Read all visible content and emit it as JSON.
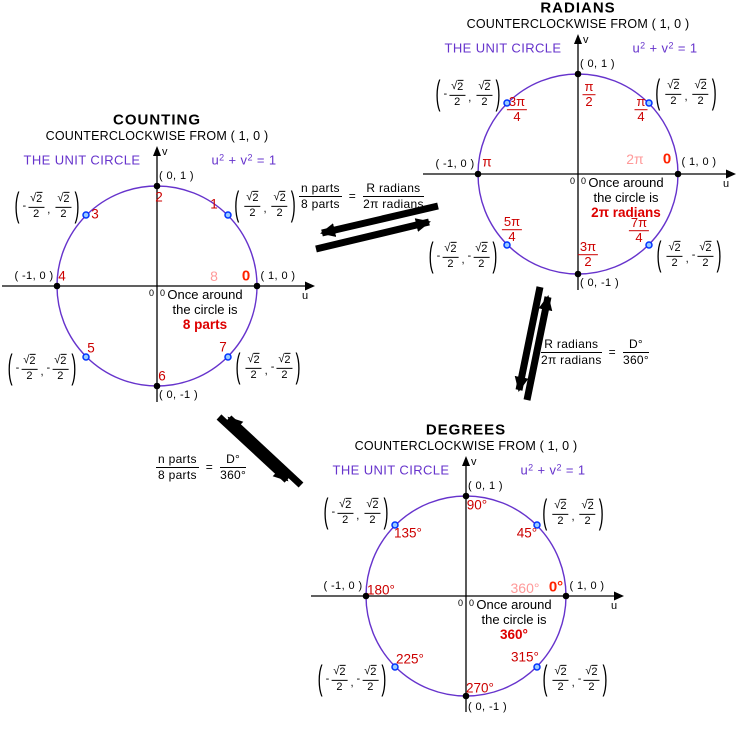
{
  "colors": {
    "purple": "#6633cc",
    "red": "#cc0000",
    "zero_red": "#ff2200",
    "pink": "#ff9999",
    "highlight_red": "#dd0000",
    "marker_blue": "#0033ff",
    "marker_fill": "#99ccff",
    "axis_black": "#000000"
  },
  "symbols": {
    "lparen": "(",
    "rparen": ")",
    "comma": ",",
    "radical": "√",
    "two": "2"
  },
  "axes": {
    "horizontal": "u",
    "vertical": "v",
    "origin_left": "0",
    "origin_right": "0"
  },
  "equation": {
    "u": "u",
    "exp": "2",
    "plus": "+",
    "v": "v",
    "rhs": "= 1"
  },
  "shared": {
    "subtitle": "COUNTERCLOCKWISE FROM ( 1, 0 )",
    "unit_circle": "THE UNIT CIRCLE",
    "once_line1": "Once around",
    "once_line2": "the circle is",
    "coord_top": "( 0, 1 )",
    "coord_bottom": "( 0, -1 )",
    "coord_left": "( -1, 0 )",
    "coord_right": "( 1, 0 )"
  },
  "pair_signs": {
    "ul": {
      "x": "-",
      "y": ""
    },
    "ur": {
      "x": "",
      "y": ""
    },
    "ll": {
      "x": "-",
      "y": "-"
    },
    "lr": {
      "x": "",
      "y": "-"
    }
  },
  "counting": {
    "title": "COUNTING",
    "n1": "1",
    "n2": "2",
    "n3": "3",
    "n4": "4",
    "n5": "5",
    "n6": "6",
    "n7": "7",
    "zero": "0",
    "full": "8",
    "once_highlight": "8 parts"
  },
  "radians": {
    "title": "RADIANS",
    "a90t": "π",
    "a90b": "2",
    "a45t": "π",
    "a45b": "4",
    "a135t": "3π",
    "a135b": "4",
    "a180": "π",
    "a225t": "5π",
    "a225b": "4",
    "a270t": "3π",
    "a270b": "2",
    "a315t": "7π",
    "a315b": "4",
    "zero": "0",
    "full": "2π",
    "once_highlight": "2π radians"
  },
  "degrees": {
    "title": "DEGREES",
    "a90": "90°",
    "a45": "45°",
    "a135": "135°",
    "a180": "180°",
    "a225": "225°",
    "a270": "270°",
    "a315": "315°",
    "zero": "0°",
    "full": "360°",
    "once_highlight": "360°"
  },
  "formulas": {
    "counting_radians": {
      "num1": "n parts",
      "den1": "8 parts",
      "equals": "=",
      "num2": "R radians",
      "den2": "2π radians"
    },
    "radians_degrees": {
      "num1": "R radians",
      "den1": "2π radians",
      "equals": "=",
      "num2": "D°",
      "den2": "360°"
    },
    "counting_degrees": {
      "num1": "n parts",
      "den1": "8 parts",
      "equals": "=",
      "num2": "D°",
      "den2": "360°"
    }
  }
}
